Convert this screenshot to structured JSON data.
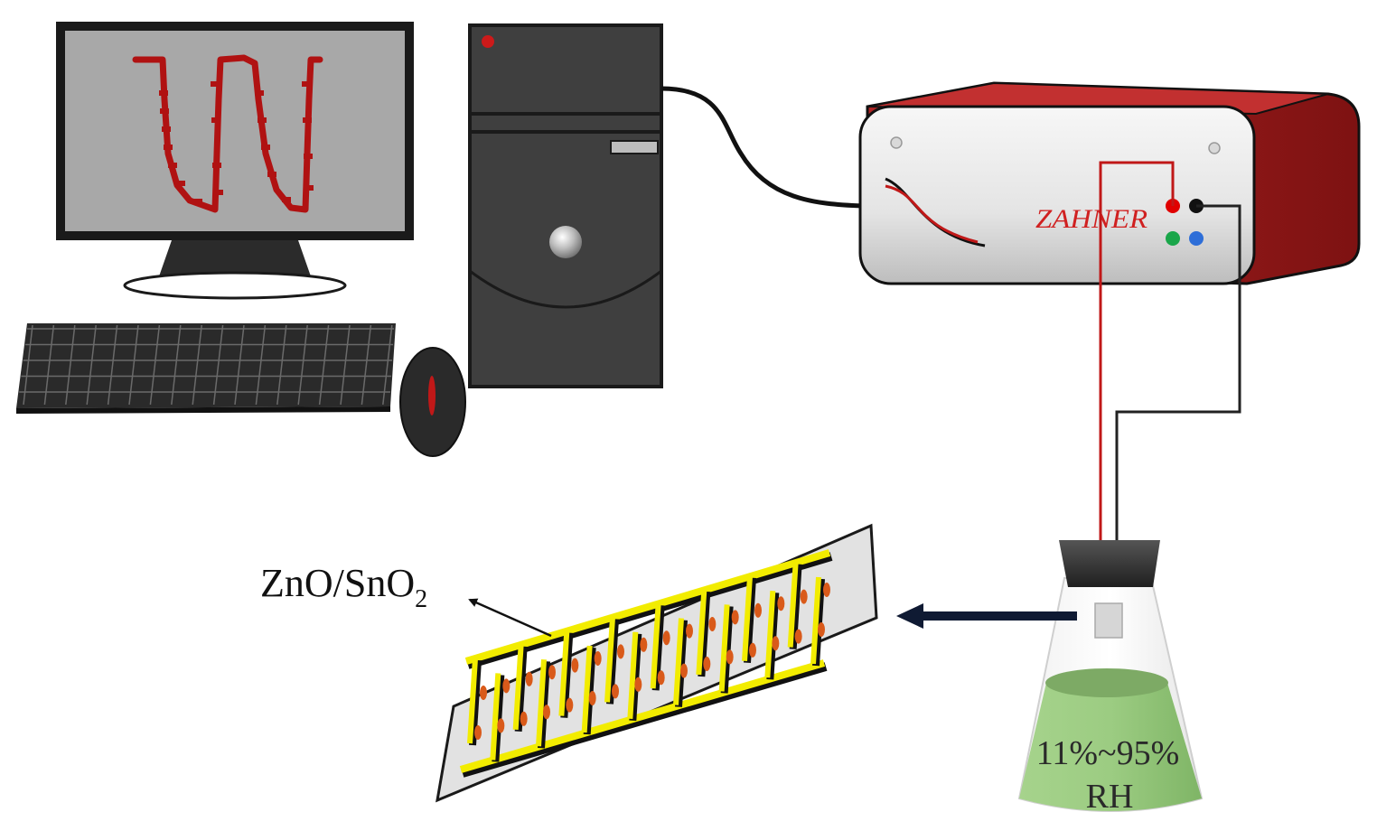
{
  "brand_label": "ZAHNER",
  "sensor_material_label": {
    "main": "ZnO/SnO",
    "subscript": "2"
  },
  "flask_label": {
    "line1": "11%~95%",
    "line2": "RH"
  },
  "colors": {
    "monitor_screen": "#a9a9a9",
    "response_curve": "#b01212",
    "tower": "#3f3f3f",
    "instrument_red": "#9e1c1c",
    "instrument_face": "#e8e8e8",
    "liquid": "#8fbf74",
    "electrode": "#f2ec00",
    "sensing_dot": "#d95a1a",
    "arrow": "#0f1a33"
  },
  "icons": {
    "monitor": "monitor-icon",
    "computer_tower": "computer-tower-icon",
    "keyboard": "keyboard-icon",
    "mouse": "mouse-icon",
    "workstation": "electrochemical-workstation-icon",
    "flask": "erlenmeyer-flask-icon",
    "sensor": "interdigital-electrode-sensor-icon"
  }
}
